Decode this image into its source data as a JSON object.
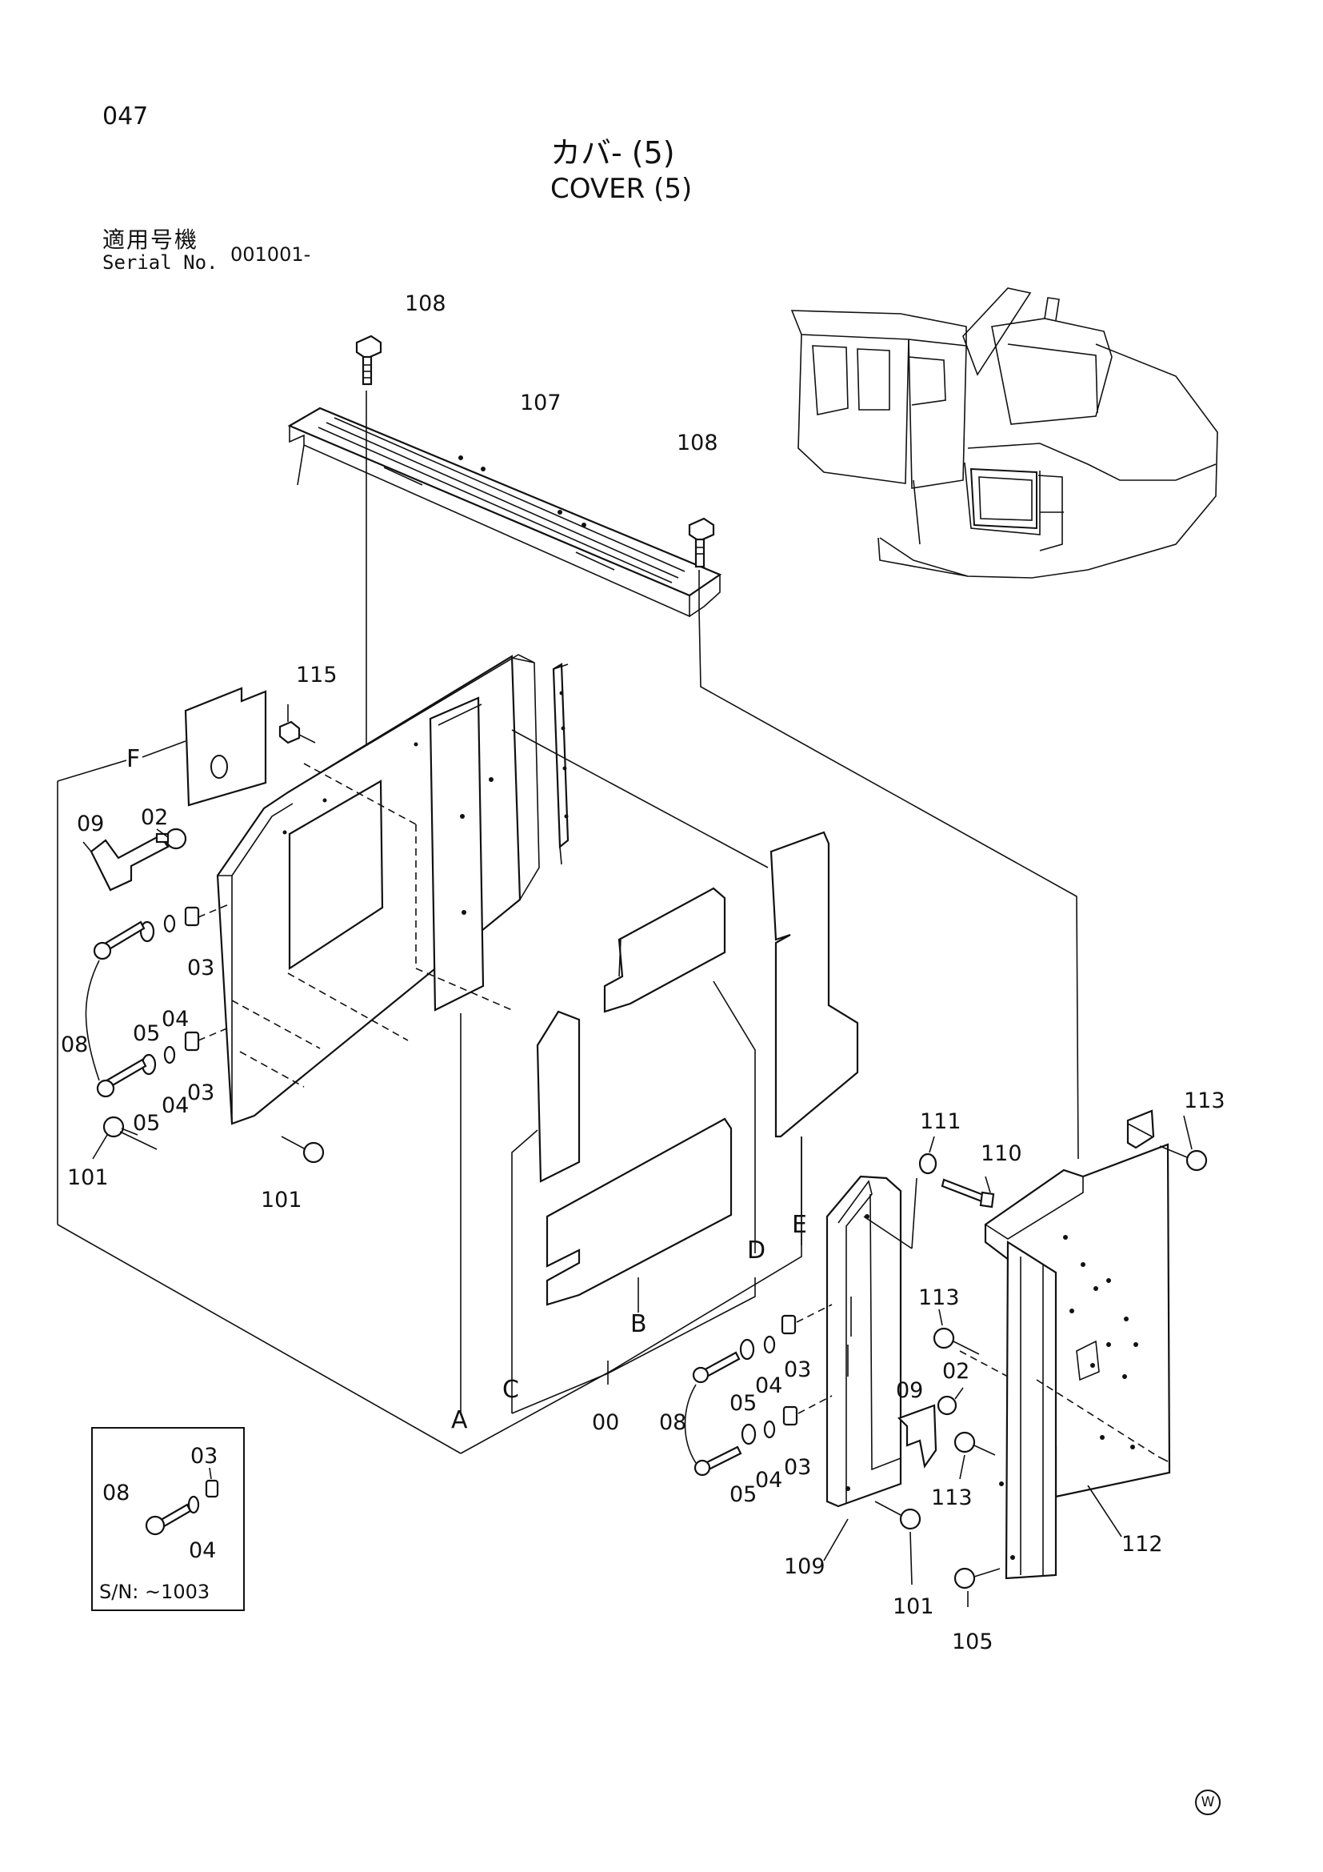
{
  "page_number": "047",
  "title": {
    "japanese": "カバ- (5)",
    "english": "COVER (5)"
  },
  "serial": {
    "label_jp": "適用号機",
    "label_en": "Serial No.",
    "value": "001001-"
  },
  "callouts": {
    "c108a": "108",
    "c108b": "108",
    "c107": "107",
    "c115": "115",
    "c09a": "09",
    "c02a": "02",
    "c03a": "03",
    "c04a": "04",
    "c05a": "05",
    "c03b": "03",
    "c04b": "04",
    "c05b": "05",
    "c08a": "08",
    "c101a": "101",
    "c101b": "101",
    "c111": "111",
    "c110": "110",
    "c113a": "113",
    "c113b": "113",
    "c113c": "113",
    "c02b": "02",
    "c09b": "09",
    "c03c": "03",
    "c04c": "04",
    "c05c": "05",
    "c03d": "03",
    "c04d": "04",
    "c05d": "05",
    "c08b": "08",
    "c109": "109",
    "c101c": "101",
    "c105": "105",
    "c112": "112",
    "c00": "00"
  },
  "letters": {
    "A": "A",
    "B": "B",
    "C": "C",
    "D": "D",
    "E": "E",
    "F": "F"
  },
  "inset": {
    "c03": "03",
    "c08": "08",
    "c04": "04",
    "sn": "S/N: ~1003"
  },
  "mark": "W"
}
